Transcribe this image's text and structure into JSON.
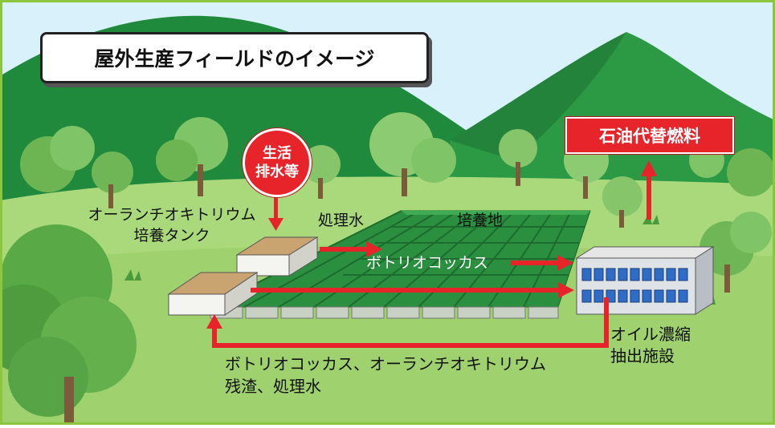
{
  "title": "屋外生産フィールドのイメージ",
  "badge": {
    "line1": "生活",
    "line2": "排水等"
  },
  "output": {
    "label": "石油代替燃料"
  },
  "labels": {
    "tank_line1": "オーランチオキトリウム",
    "tank_line2": "培養タンク",
    "treated_water": "処理水",
    "culture_field": "培養地",
    "botryococcus": "ボトリオコッカス",
    "facility_line1": "オイル濃縮",
    "facility_line2": "抽出施設",
    "recycle_line1": "ボトリオコッカス、オーランチオキトリウム",
    "recycle_line2": "残渣、処理水"
  },
  "colors": {
    "sky": "#d9f1fb",
    "mountain": "#1f8a3c",
    "grass": "#a9d97b",
    "field_green": "#2a8f3e",
    "arrow_red": "#e8242b",
    "frame_green": "#8cc63f"
  }
}
